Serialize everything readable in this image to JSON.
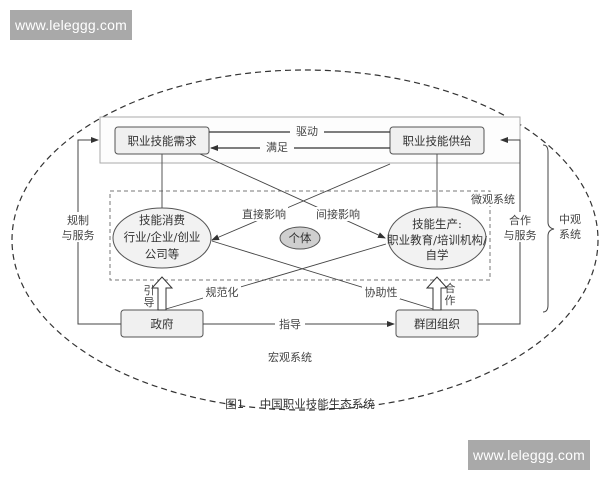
{
  "watermarks": {
    "top": "www.leleggg.com",
    "bottom": "www.leleggg.com"
  },
  "caption": {
    "figure_number": "图1",
    "title": "中国职业技能生态系统"
  },
  "nodes": {
    "demand": "职业技能需求",
    "supply": "职业技能供给",
    "consumption": [
      "技能消费",
      "行业/企业/创业",
      "公司等"
    ],
    "production": [
      "技能生产:",
      "职业教育/培训机构/",
      "自学"
    ],
    "individual": "个体",
    "government": "政府",
    "groups": "群团组织"
  },
  "edge_labels": {
    "drive": "驱动",
    "satisfy": "满足",
    "direct_influence": "直接影响",
    "indirect_influence": "间接影响",
    "normalize": "规范化",
    "assist": "协助性",
    "guide_vertical": [
      "引",
      "导"
    ],
    "cooperate_vertical": [
      "合",
      "作"
    ],
    "instruct": "指导",
    "plan_service": [
      "规制",
      "与服务"
    ],
    "coop_service": [
      "合作",
      "与服务"
    ]
  },
  "system_labels": {
    "micro": "微观系统",
    "meso": [
      "中观",
      "系统"
    ],
    "macro": "宏观系统"
  }
}
